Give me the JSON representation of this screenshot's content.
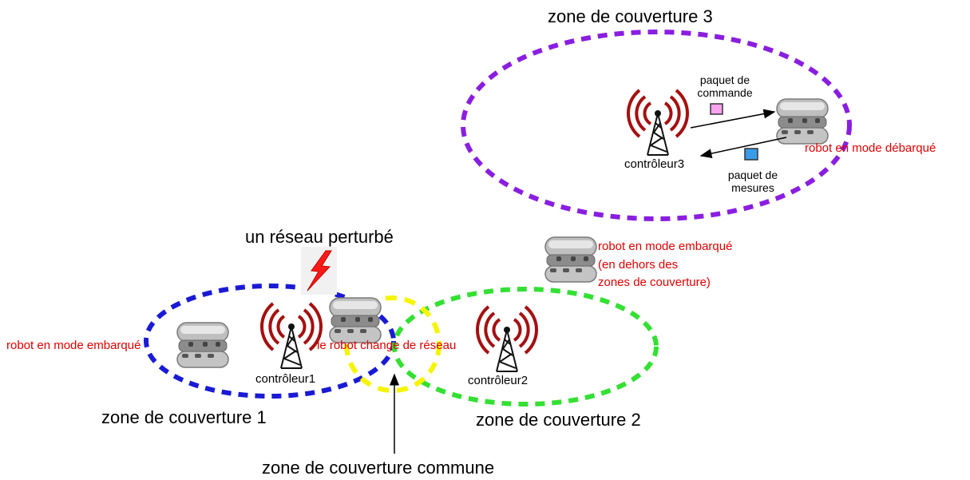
{
  "zones": {
    "zone1": "zone de couverture 1",
    "zone2": "zone de couverture 2",
    "zone3": "zone de couverture 3",
    "common": "zone de couverture commune"
  },
  "disturbed_network": "un réseau perturbé",
  "controllers": {
    "c1": "contrôleur1",
    "c2": "contrôleur2",
    "c3": "contrôleur3"
  },
  "robot_labels": {
    "left": "robot en mode embarqué",
    "changes_network": "le robot change de réseau",
    "outside_line1": "robot en mode embarqué",
    "outside_line2": "(en dehors des",
    "outside_line3": "zones de couverture)",
    "disembarked": "robot en mode débarqué"
  },
  "packets": {
    "command_line1": "paquet de",
    "command_line2": "commande",
    "measures_line1": "paquet de",
    "measures_line2": "mesures"
  },
  "colors": {
    "zone1": "#1a1ad6",
    "zone2": "#33e033",
    "zone3": "#8a1ee0",
    "common": "#f5f500",
    "robot_label": "#e00000",
    "command_packet": "#f7a3f0",
    "measure_packet": "#3a9be8",
    "antenna_waves": "#a51010"
  }
}
